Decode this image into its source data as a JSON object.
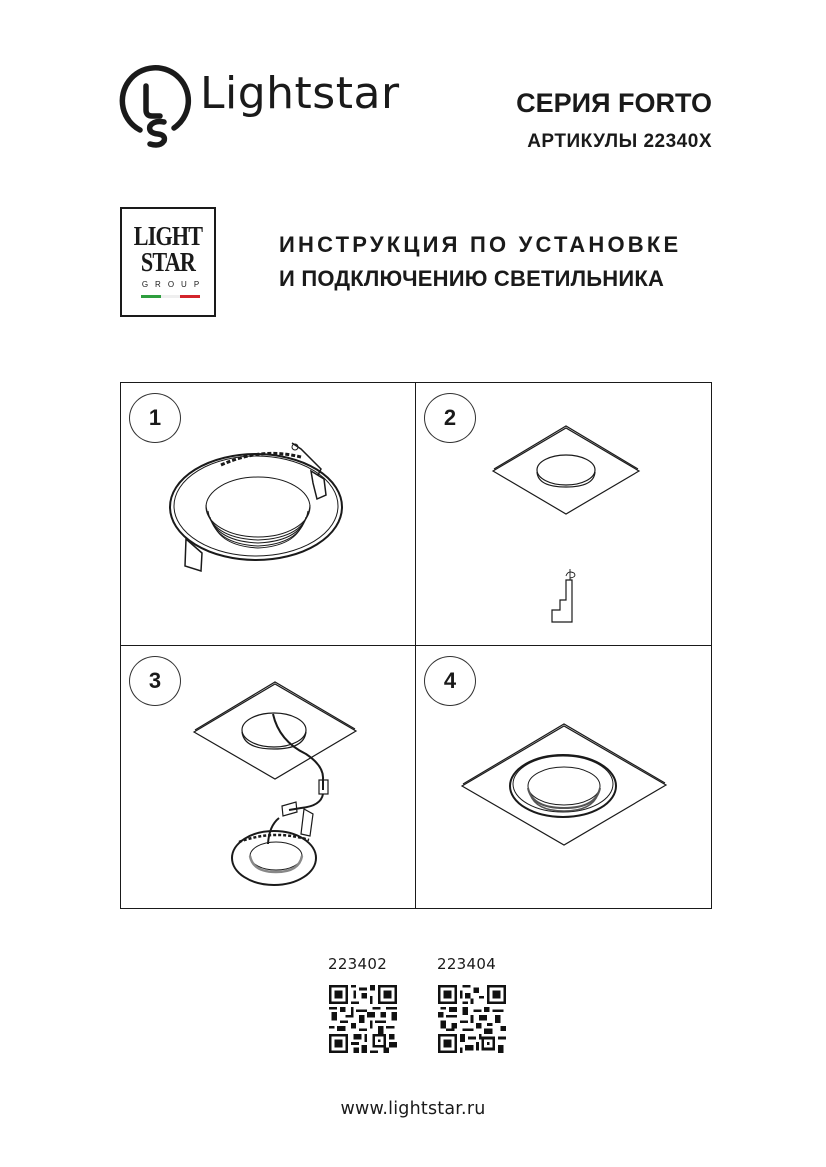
{
  "brand": {
    "name": "Lightstar",
    "logo_icon": "lightbulb-ls-icon"
  },
  "header": {
    "series_title": "СЕРИЯ FORTO",
    "articles_line": "АРТИКУЛЫ 22340X"
  },
  "group_badge": {
    "line1": "LIGHT",
    "line2": "STAR",
    "line3": "GROUP",
    "flag_colors": [
      "#2e9e3e",
      "#f2f2f2",
      "#d3242b"
    ]
  },
  "instruction": {
    "title_line1": "ИНСТРУКЦИЯ ПО УСТАНОВКЕ",
    "title_line2": "И ПОДКЛЮЧЕНИЮ СВЕТИЛЬНИКА"
  },
  "steps": [
    {
      "number": "1",
      "illustration": "round-recessed-downlight-with-spring-clips"
    },
    {
      "number": "2",
      "illustration": "ceiling-panel-with-round-cutout-and-step-profile"
    },
    {
      "number": "3",
      "illustration": "connect-driver-cable-through-ceiling-cutout"
    },
    {
      "number": "4",
      "illustration": "downlight-installed-in-ceiling"
    }
  ],
  "qr_codes": [
    {
      "article": "223402"
    },
    {
      "article": "223404"
    }
  ],
  "footer": {
    "website": "www.lightstar.ru"
  }
}
